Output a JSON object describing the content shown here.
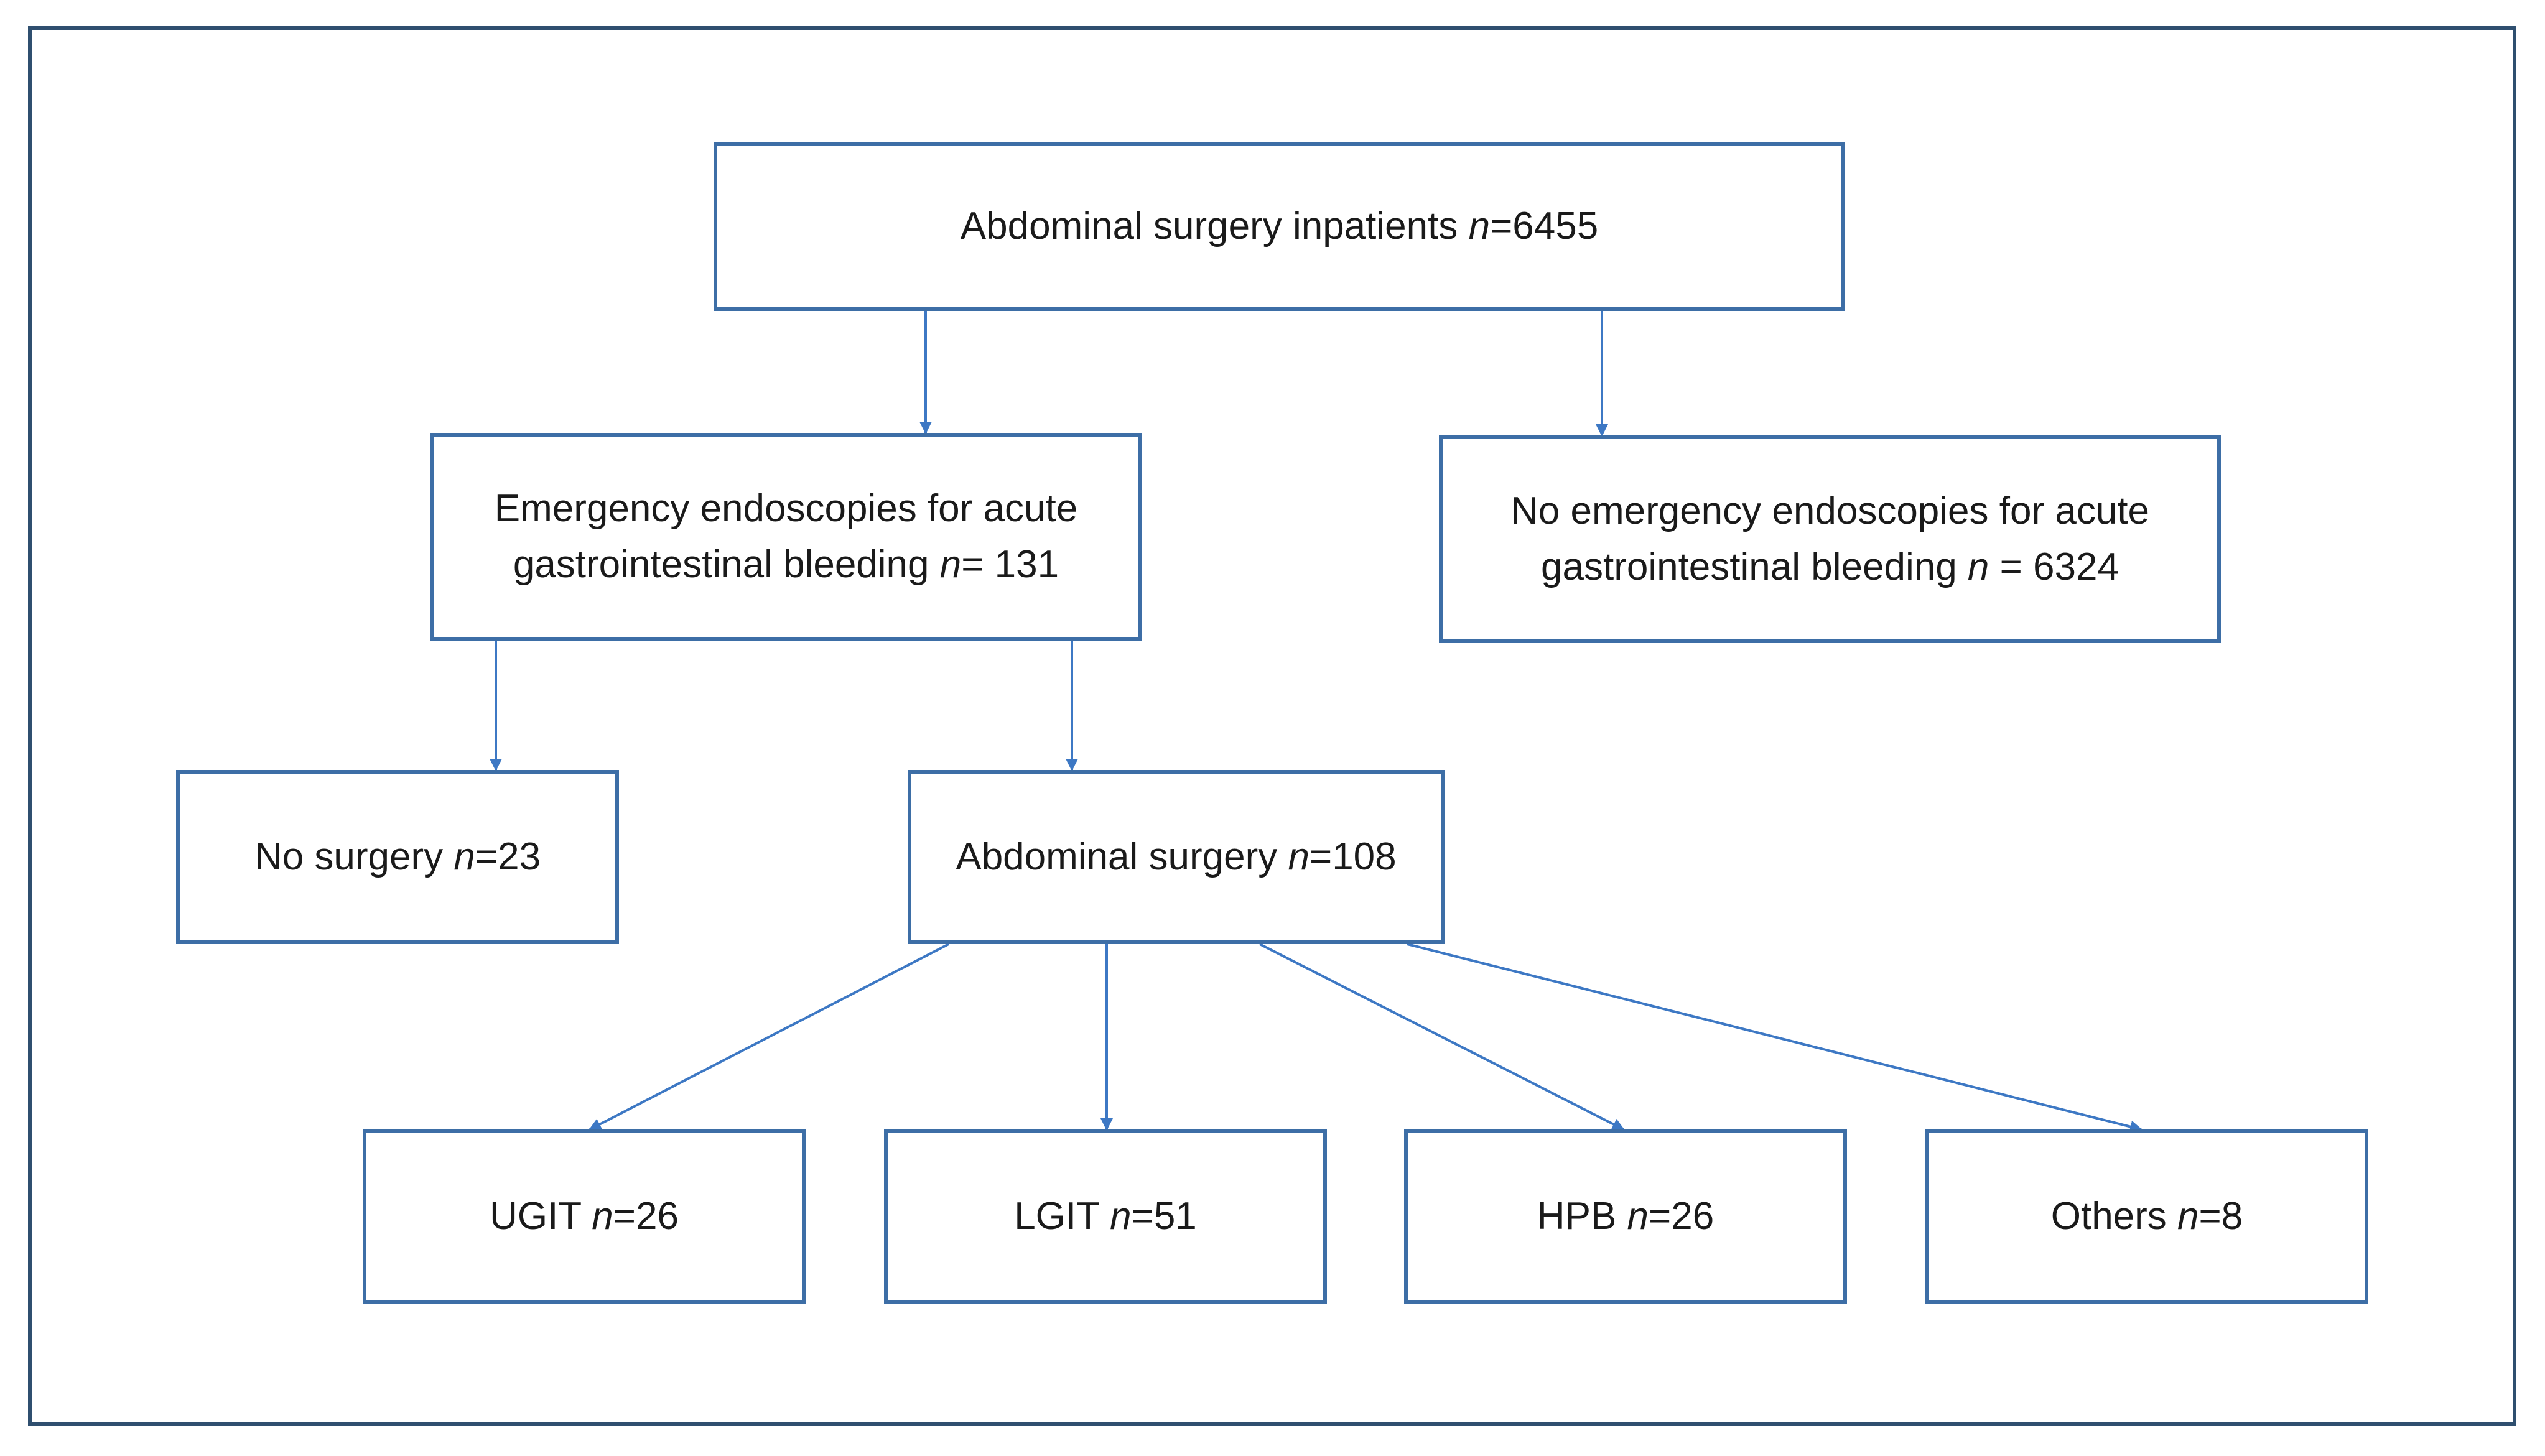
{
  "nodes": {
    "root": {
      "label": "Abdominal surgery inpatients ",
      "n_symbol": "n",
      "n_value": "=6455"
    },
    "emergency": {
      "line1": "Emergency endoscopies for acute",
      "line2": "gastrointestinal bleeding ",
      "n_symbol": "n",
      "n_value": "= 131"
    },
    "no_emergency": {
      "line1": "No emergency endoscopies for acute",
      "line2": "gastrointestinal bleeding ",
      "n_symbol": "n",
      "n_value": " = 6324"
    },
    "no_surgery": {
      "label": "No surgery ",
      "n_symbol": "n",
      "n_value": "=23"
    },
    "abdominal_surgery": {
      "label": "Abdominal surgery ",
      "n_symbol": "n",
      "n_value": "=108"
    },
    "ugit": {
      "label": "UGIT ",
      "n_symbol": "n",
      "n_value": "=26"
    },
    "lgit": {
      "label": "LGIT ",
      "n_symbol": "n",
      "n_value": "=51"
    },
    "hpb": {
      "label": "HPB ",
      "n_symbol": "n",
      "n_value": "=26"
    },
    "others": {
      "label": "Others ",
      "n_symbol": "n",
      "n_value": "=8"
    }
  },
  "edges": [
    {
      "from": "root",
      "to": "emergency"
    },
    {
      "from": "root",
      "to": "no_emergency"
    },
    {
      "from": "emergency",
      "to": "no_surgery"
    },
    {
      "from": "emergency",
      "to": "abdominal_surgery"
    },
    {
      "from": "abdominal_surgery",
      "to": "ugit"
    },
    {
      "from": "abdominal_surgery",
      "to": "lgit"
    },
    {
      "from": "abdominal_surgery",
      "to": "hpb"
    },
    {
      "from": "abdominal_surgery",
      "to": "others"
    }
  ],
  "colors": {
    "box_border": "#3d6ea6",
    "arrow": "#3d78c4",
    "frame": "#2f4f6f",
    "text": "#1a1a1a"
  }
}
